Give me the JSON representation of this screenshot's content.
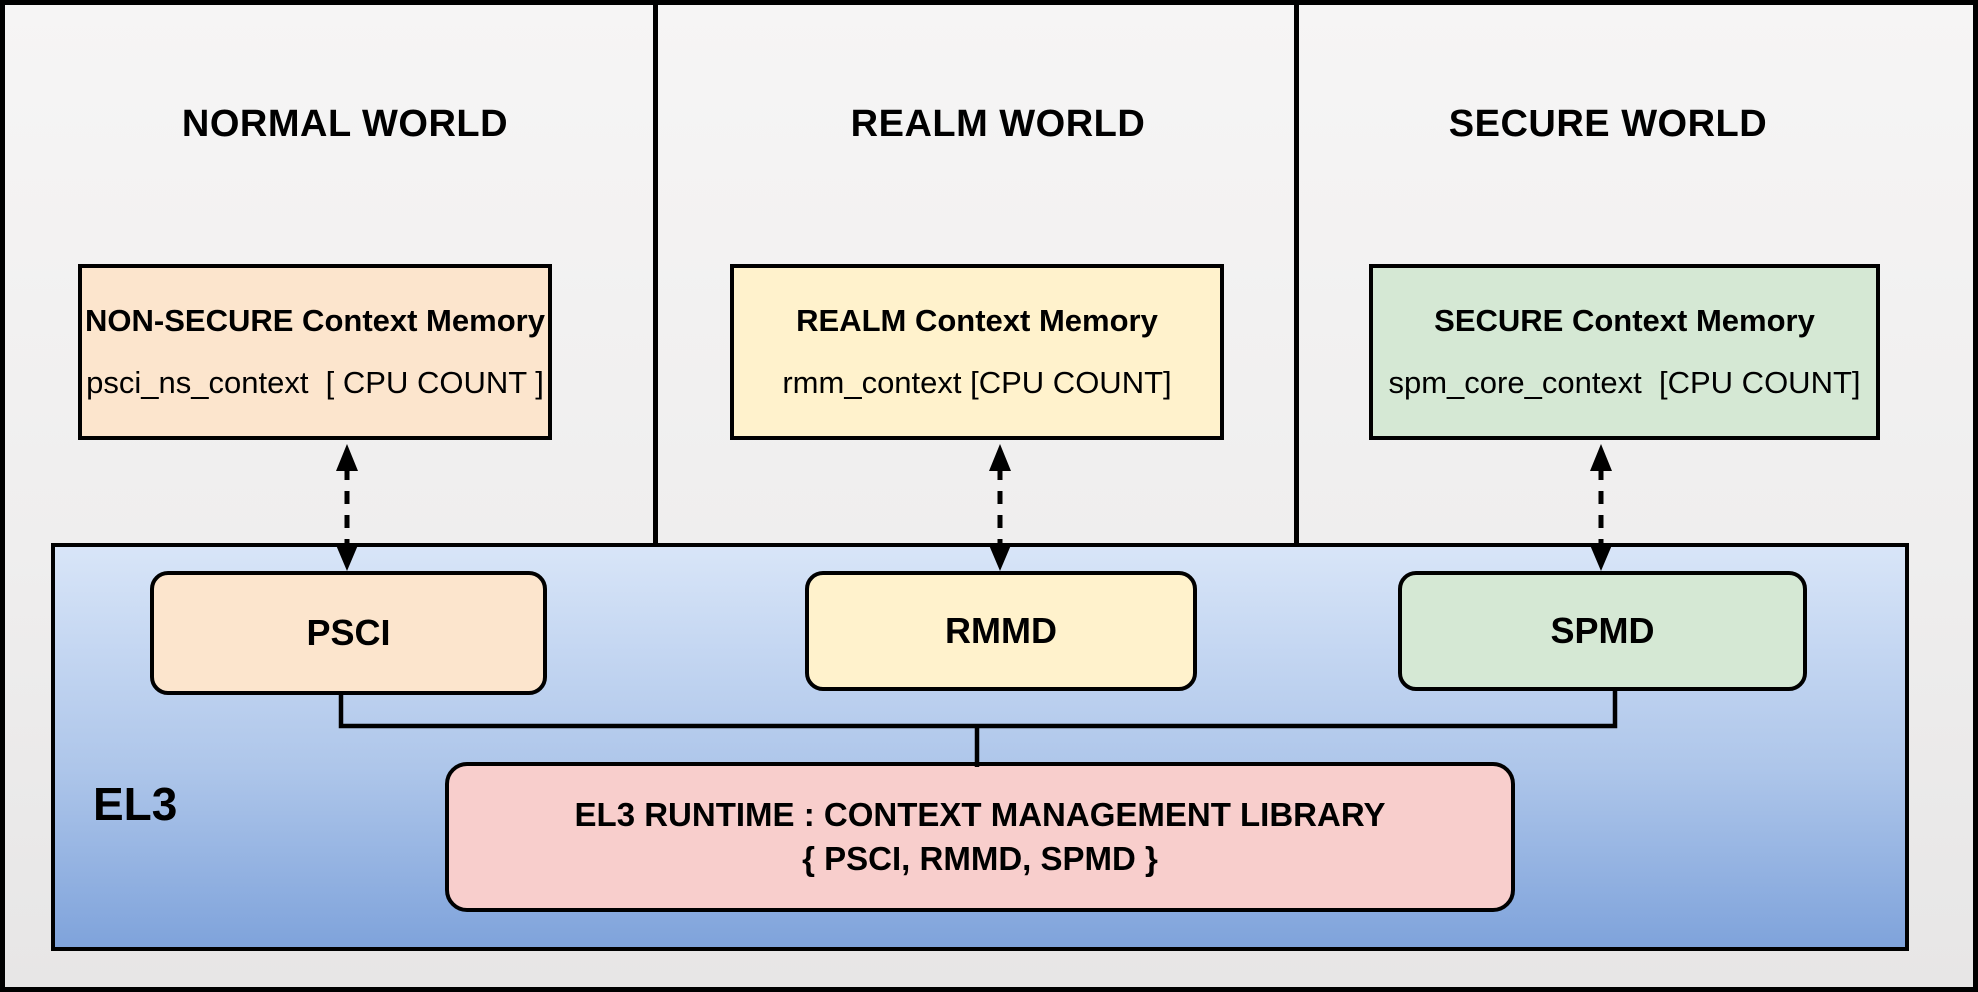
{
  "worlds": [
    {
      "title": "NORMAL WORLD",
      "memory": {
        "title": "NON-SECURE Context Memory",
        "code": "psci_ns_context  [ CPU COUNT ]"
      },
      "component": {
        "label": "PSCI"
      }
    },
    {
      "title": "REALM WORLD",
      "memory": {
        "title": "REALM Context Memory",
        "code": "rmm_context [CPU COUNT]"
      },
      "component": {
        "label": "RMMD"
      }
    },
    {
      "title": "SECURE WORLD",
      "memory": {
        "title": "SECURE Context Memory",
        "code": "spm_core_context  [CPU COUNT]"
      },
      "component": {
        "label": "SPMD"
      }
    }
  ],
  "el3": {
    "label": "EL3",
    "runtime_line1": "EL3 RUNTIME : CONTEXT MANAGEMENT LIBRARY",
    "runtime_line2": "{ PSCI, RMMD, SPMD }"
  },
  "colors": {
    "normal_fill": "#FCE5CD",
    "realm_fill": "#FFF2CC",
    "secure_fill": "#D5E8D4",
    "runtime_fill": "#F8CECC",
    "el3_gradient_top": "#D8E5F8",
    "el3_gradient_bottom": "#7FA3DB",
    "panel_background": "#F2F1F1",
    "line_color": "#000000"
  }
}
